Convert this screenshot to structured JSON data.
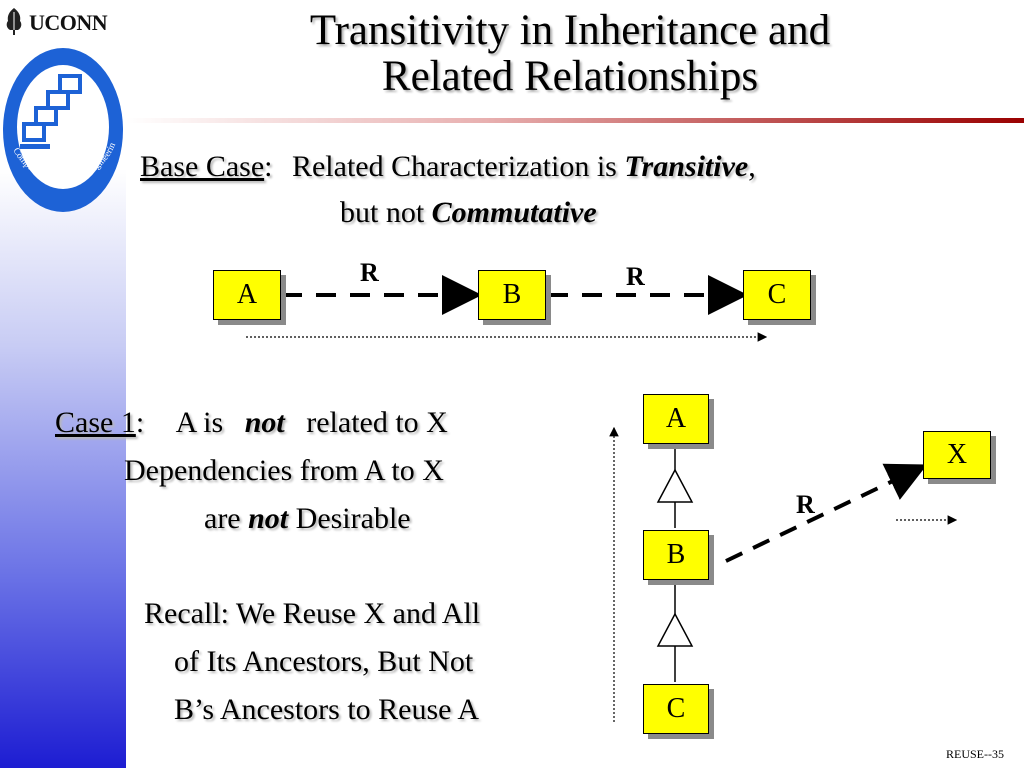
{
  "header": {
    "org": "UCONN",
    "logo_ring_text": "Computer Science and Engineering",
    "title_line1": "Transitivity in Inheritance and",
    "title_line2": "Related Relationships"
  },
  "base_case": {
    "label": "Base Case",
    "colon": ":",
    "text1": "Related Characterization is",
    "em1": "Transitive",
    "comma": ",",
    "text2": "but not",
    "em2": "Commutative"
  },
  "diagram1": {
    "box_a": "A",
    "box_b": "B",
    "box_c": "C",
    "r1": "R",
    "r2": "R"
  },
  "case1": {
    "label": "Case  1",
    "colon": ":",
    "text1a": "A  is",
    "em1": "not",
    "text1b": "related  to X",
    "line2": "Dependencies from A to X",
    "line3a": "are",
    "em3": "not",
    "line3b": "Desirable"
  },
  "recall": {
    "line1": "Recall: We Reuse X and All",
    "line2": "of Its Ancestors, But Not",
    "line3": "B’s Ancestors to Reuse A"
  },
  "diagram2": {
    "box_a": "A",
    "box_b": "B",
    "box_c": "C",
    "box_x": "X",
    "r": "R"
  },
  "footer": {
    "slide_id": "REUSE--35"
  },
  "colors": {
    "box_fill": "#ffff00",
    "accent_rule": "#9a0000",
    "sidebar_blue": "#1d1dd2"
  }
}
